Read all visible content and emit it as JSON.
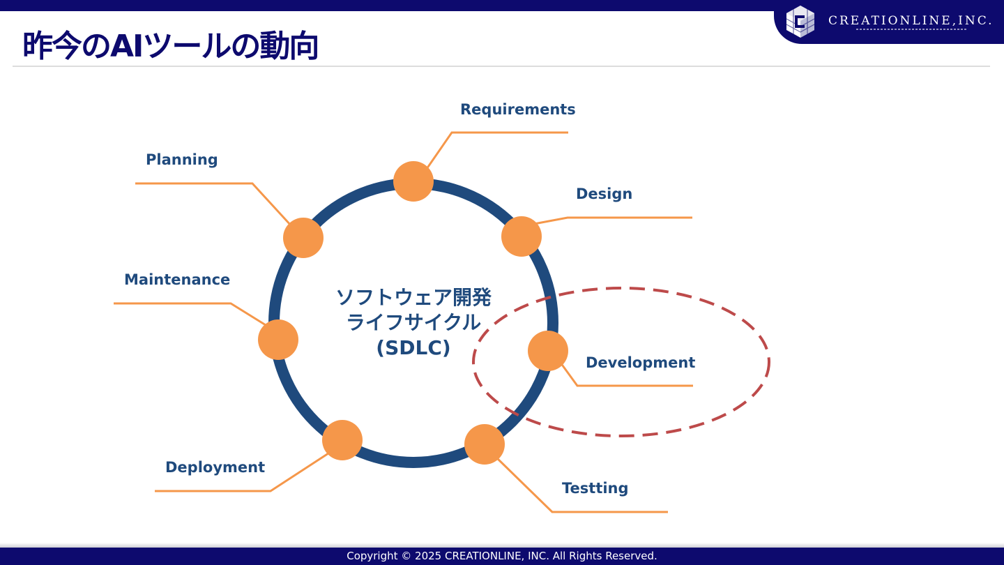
{
  "header": {
    "title": "昨今のAIツールの動向",
    "logo_text": "CREATIONLINE,INC.",
    "logo_icon": "creationline-cube-logo",
    "colors": {
      "navy": "#0d0a6e",
      "ring": "#1f4a7d",
      "node": "#f5974a",
      "highlight": "#bd4a4a"
    }
  },
  "diagram": {
    "center_lines": [
      "ソフトウェア開発",
      "ライフサイクル",
      "(SDLC)"
    ],
    "stages": [
      {
        "key": "requirements",
        "label": "Requirements"
      },
      {
        "key": "design",
        "label": "Design"
      },
      {
        "key": "development",
        "label": "Development",
        "highlighted": true
      },
      {
        "key": "testing",
        "label": "Testting"
      },
      {
        "key": "deployment",
        "label": "Deployment"
      },
      {
        "key": "maintenance",
        "label": "Maintenance"
      },
      {
        "key": "planning",
        "label": "Planning"
      }
    ]
  },
  "footer": {
    "copyright": "Copyright © 2025 CREATIONLINE, INC. All Rights Reserved."
  }
}
